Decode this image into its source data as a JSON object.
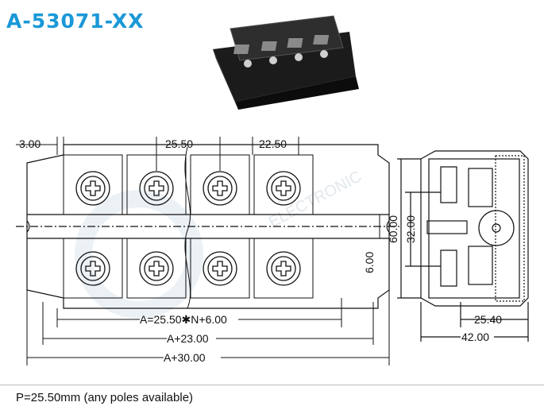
{
  "title": "A-53071-XX",
  "footnote": "P=25.50mm (any poles available)",
  "dimensions": {
    "margin": "3.00",
    "pitch": "25.50",
    "half_pitch": "22.50",
    "height_total": "60.00",
    "height_inner": "32.00",
    "offset": "6.00",
    "length_a": "A=25.50✱N+6.00",
    "length_b": "A+23.00",
    "length_c": "A+30.00",
    "side_a": "25.40",
    "side_b": "42.00"
  },
  "watermark": {
    "text": "ELECTRONIC"
  },
  "colors": {
    "title": "#1a98d8",
    "line": "#111111"
  }
}
